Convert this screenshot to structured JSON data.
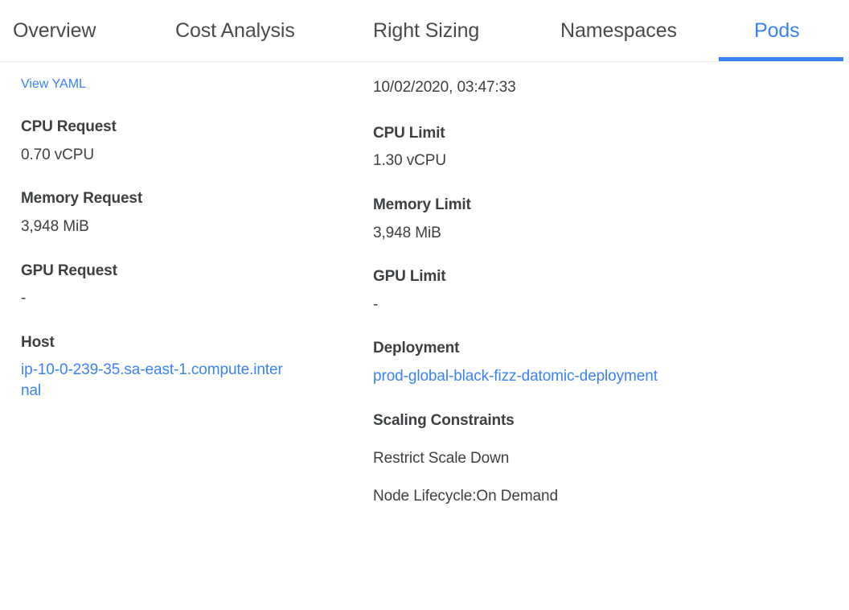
{
  "tabs": [
    {
      "label": "Overview",
      "active": false
    },
    {
      "label": "Cost Analysis",
      "active": false
    },
    {
      "label": "Right Sizing",
      "active": false
    },
    {
      "label": "Namespaces",
      "active": false
    },
    {
      "label": "Pods",
      "active": true
    }
  ],
  "colors": {
    "accent": "#3b82f6",
    "text": "#3c4043",
    "divider": "#ececec",
    "background": "#ffffff"
  },
  "detail": {
    "left_column": {
      "view_yaml_link": "View YAML",
      "fields": [
        {
          "label": "CPU Request",
          "value": "0.70 vCPU"
        },
        {
          "label": "Memory Request",
          "value": "3,948 MiB"
        },
        {
          "label": "GPU Request",
          "value": "-"
        },
        {
          "label": "Host",
          "value": "ip-10-0-239-35.sa-east-1.compute.internal"
        }
      ]
    },
    "right_column": {
      "timestamp": "10/02/2020, 03:47:33",
      "fields": [
        {
          "label": "CPU Limit",
          "value": "1.30 vCPU"
        },
        {
          "label": "Memory Limit",
          "value": "3,948 MiB"
        },
        {
          "label": "GPU Limit",
          "value": "-"
        },
        {
          "label": "Deployment",
          "value": "prod-global-black-fizz-datomic-deployment"
        }
      ],
      "scaling_constraints": {
        "label": "Scaling Constraints",
        "items": [
          "Restrict Scale Down",
          "Node Lifecycle:On Demand"
        ]
      }
    }
  }
}
